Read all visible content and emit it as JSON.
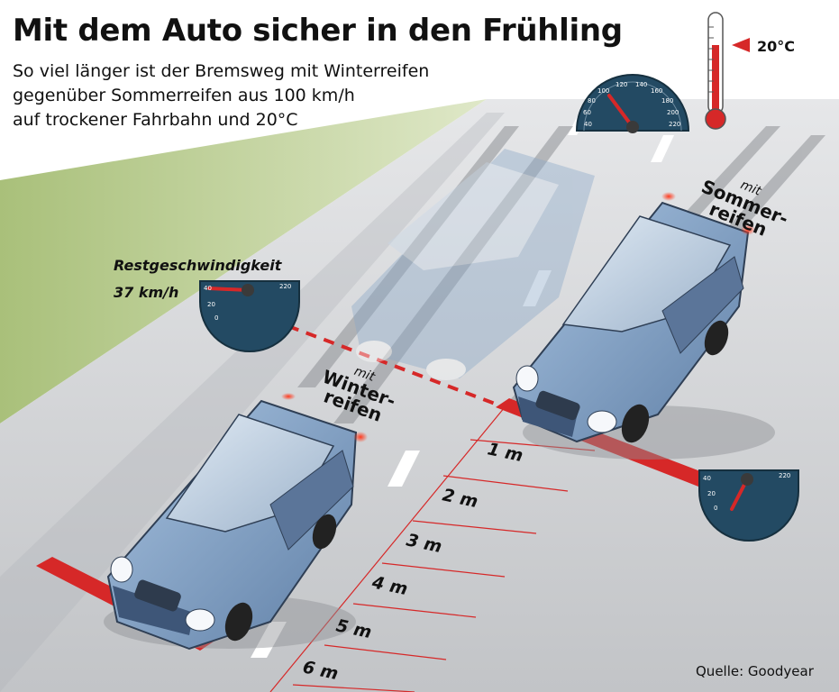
{
  "header": {
    "title": "Mit dem Auto sicher in den Frühling",
    "subtitle_lines": [
      "So viel länger ist der Bremsweg mit Winterreifen",
      "gegenüber Sommerreifen aus 100 km/h",
      "auf trockener Fahrbahn und 20°C"
    ]
  },
  "thermometer": {
    "label": "20°C"
  },
  "speedometer_top": {
    "ticks": [
      "40",
      "60",
      "80",
      "100",
      "120",
      "140",
      "160",
      "180",
      "200",
      "220"
    ]
  },
  "residual": {
    "label": "Restgeschwindigkeit",
    "value": "37 km/h",
    "gauge_ticks": [
      "40",
      "20",
      "0",
      "220"
    ]
  },
  "summer_gauge": {
    "ticks": [
      "40",
      "20",
      "0",
      "220"
    ]
  },
  "lanes": {
    "winter": {
      "prefix": "mit",
      "line1": "Winter-",
      "line2": "reifen"
    },
    "summer": {
      "prefix": "mit",
      "line1": "Sommer-",
      "line2": "reifen"
    }
  },
  "distance_marks": [
    "1 m",
    "2 m",
    "3 m",
    "4 m",
    "5 m",
    "6 m"
  ],
  "source": "Quelle: Goodyear",
  "colors": {
    "road": "#c9cacc",
    "grass": "#b9cc8e",
    "car_body": "#7e9fc4",
    "stop_line": "#d62828",
    "gauge": "#234a63"
  }
}
